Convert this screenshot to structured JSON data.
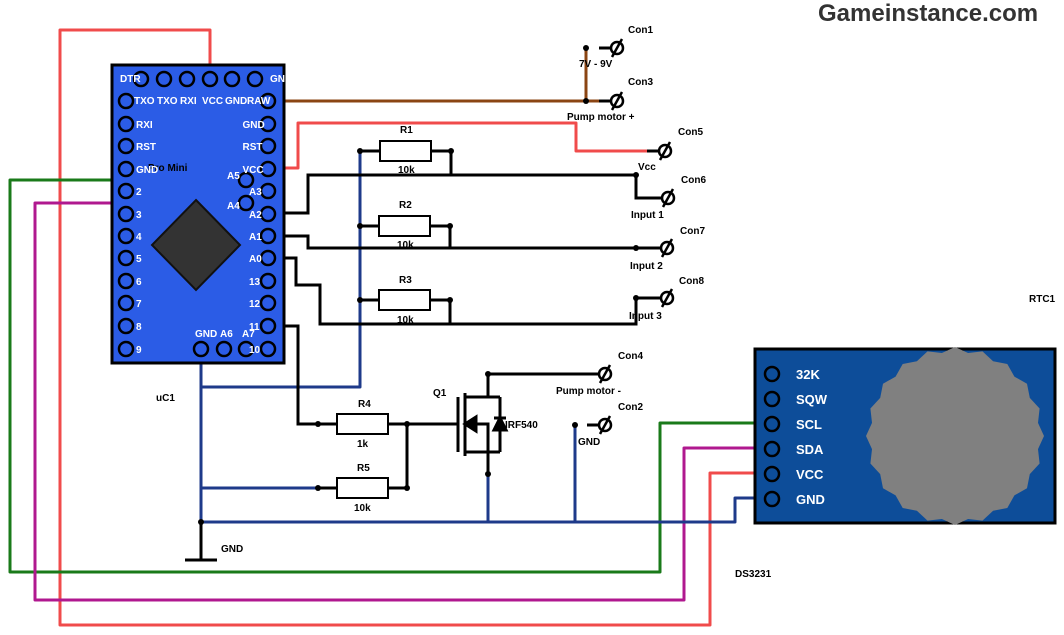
{
  "site": "Gameinstance.com",
  "pro_mini": {
    "name": "Pro Mini",
    "ref": "uC1",
    "top_labels": [
      "DTR",
      "TXO",
      "TXO",
      "RXI",
      "VCC",
      "GND",
      "RAW",
      "GN"
    ],
    "left_labels": [
      "RXI",
      "RST",
      "GND",
      "2",
      "3",
      "4",
      "5",
      "6",
      "7",
      "8",
      "9"
    ],
    "right_labels": [
      "GND",
      "RST",
      "VCC",
      "A3",
      "A2",
      "A1",
      "A0",
      "13",
      "12",
      "11",
      "10"
    ],
    "inner_labels": [
      "A5",
      "A4"
    ],
    "bottom_labels": [
      "GND",
      "A6",
      "A7"
    ]
  },
  "resistors": [
    {
      "ref": "R1",
      "value": "10k"
    },
    {
      "ref": "R2",
      "value": "10k"
    },
    {
      "ref": "R3",
      "value": "10k"
    },
    {
      "ref": "R4",
      "value": "1k"
    },
    {
      "ref": "R5",
      "value": "10k"
    }
  ],
  "connectors": [
    {
      "ref": "Con1",
      "label": "7V - 9V"
    },
    {
      "ref": "Con3",
      "label": "Pump motor +"
    },
    {
      "ref": "Con5",
      "label": "Vcc"
    },
    {
      "ref": "Con6",
      "label": "Input 1"
    },
    {
      "ref": "Con7",
      "label": "Input 2"
    },
    {
      "ref": "Con8",
      "label": "Input 3"
    },
    {
      "ref": "Con4",
      "label": "Pump motor -"
    },
    {
      "ref": "Con2",
      "label": "GND"
    }
  ],
  "mosfet": {
    "ref": "Q1",
    "part": "IRF540"
  },
  "ground": {
    "label": "GND"
  },
  "rtc": {
    "ref": "RTC1",
    "part": "DS3231",
    "pins": [
      "32K",
      "SQW",
      "SCL",
      "SDA",
      "VCC",
      "GND"
    ]
  },
  "colors": {
    "board_blue": "#2b5ce6",
    "rtc_blue": "#0d4d99",
    "wire_red": "#f04b4b",
    "wire_green": "#1a7a1a",
    "wire_magenta": "#b0188f",
    "wire_navy": "#1e3a8a",
    "wire_brown": "#8b4513"
  }
}
